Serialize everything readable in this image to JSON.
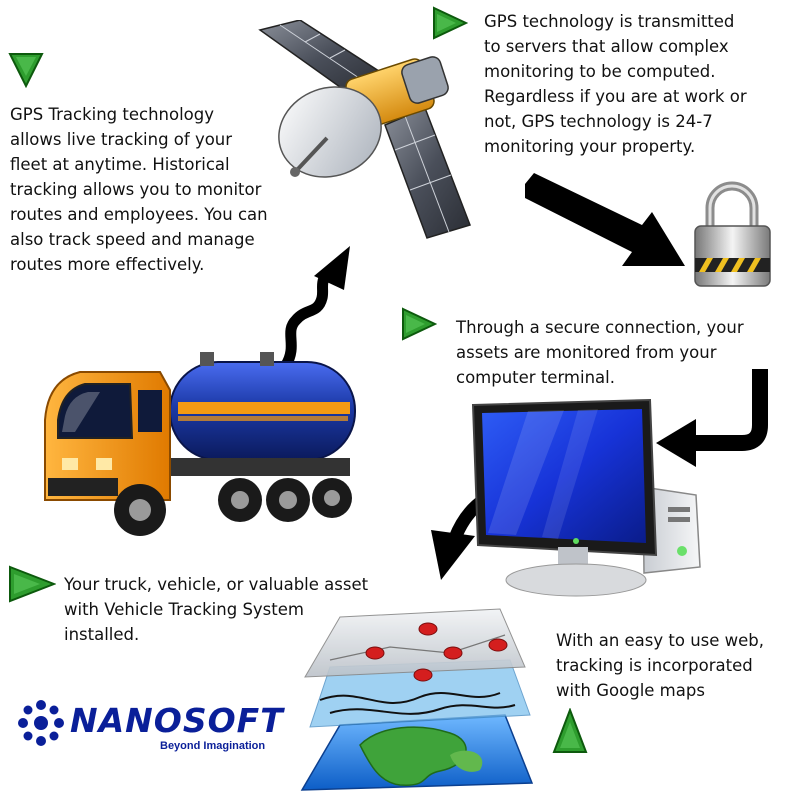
{
  "colors": {
    "bullet_green": "#2e9d2e",
    "truck_orange": "#f59a12",
    "tank_blue": "#1c3aa8",
    "screen_blue": "#1733d8",
    "brand_blue": "#0a1f99",
    "pin_red": "#d41e1e"
  },
  "captions": {
    "gps_tracking": "GPS Tracking technology\nallows live tracking of your\nfleet at anytime. Historical\ntracking allows you to monitor\nroutes and employees. You can\nalso track speed and manage\nroutes more effectively.",
    "gps_transmitted": "GPS technology is transmitted\nto servers that allow complex\nmonitoring to be computed.\nRegardless if you are at work or\nnot, GPS technology is 24-7\nmonitoring your property.",
    "secure_connection": "Through a secure connection, your\nassets are monitored from your\ncomputer terminal.",
    "truck_asset": "Your truck, vehicle, or valuable asset\nwith Vehicle Tracking System\ninstalled.",
    "web_maps": "With an easy to use web,\ntracking is incorporated\nwith Google maps"
  },
  "brand": {
    "name": "NANOSOFT",
    "tagline": "Beyond Imagination"
  },
  "icons": [
    "satellite-icon",
    "padlock-icon",
    "computer-icon",
    "truck-icon",
    "map-layers-icon",
    "green-bullet-arrow-icon",
    "flow-arrow-icon",
    "nanosoft-logo"
  ]
}
